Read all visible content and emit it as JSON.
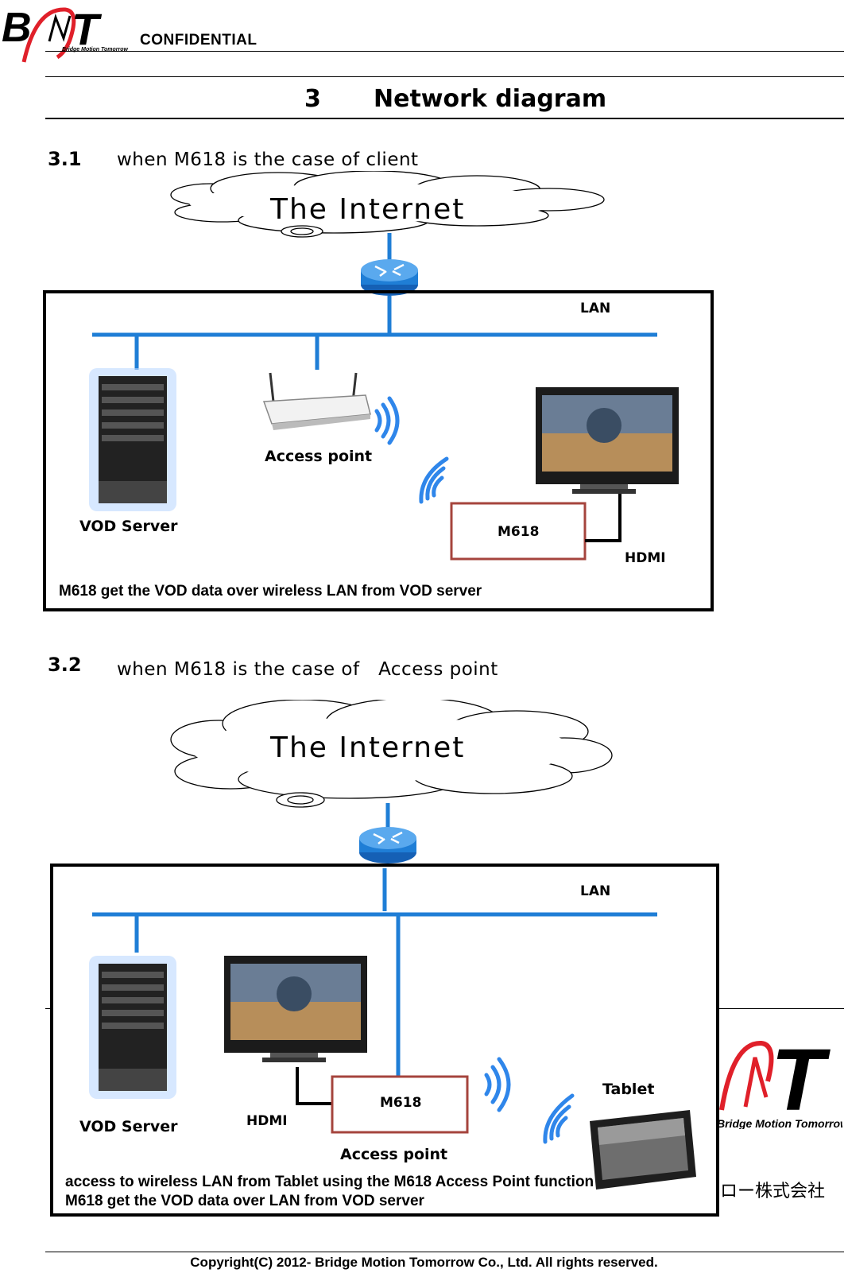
{
  "header": {
    "confidential": "CONFIDENTIAL",
    "logo_tagline": "Bridge Motion Tomorrow",
    "logo_letters": "BMT"
  },
  "section": {
    "number": "3",
    "title": "Network diagram"
  },
  "sub1": {
    "number": "3.1",
    "title": "when M618 is the case of client",
    "cloud": "The  Internet",
    "lan": "LAN",
    "access_point": "Access point",
    "vod_server": "VOD Server",
    "m618": "M618",
    "hdmi": "HDMI",
    "caption": "M618 get the VOD data over wireless LAN from VOD server"
  },
  "sub2": {
    "number": "3.2",
    "title": "when M618 is the case of　Access point",
    "cloud": "The  Internet",
    "lan": "LAN",
    "vod_server": "VOD Server",
    "m618": "M618",
    "hdmi": "HDMI",
    "access_point": "Access point",
    "tablet": "Tablet",
    "caption_line1": "access to wireless LAN from Tablet using the M618 Access Point function",
    "caption_line2": "M618 get the VOD data over LAN from VOD server"
  },
  "watermark": {
    "japanese": "ロー株式会社",
    "tagline": "Bridge Motion Tomorrow"
  },
  "footer": {
    "copyright": "Copyright(C) 2012- Bridge Motion Tomorrow Co., Ltd. All rights reserved."
  },
  "colors": {
    "lan_blue": "#1f7ed6",
    "m618_border": "#a5443d",
    "logo_red": "#e0202a",
    "wifi_blue": "#2f86ea"
  }
}
